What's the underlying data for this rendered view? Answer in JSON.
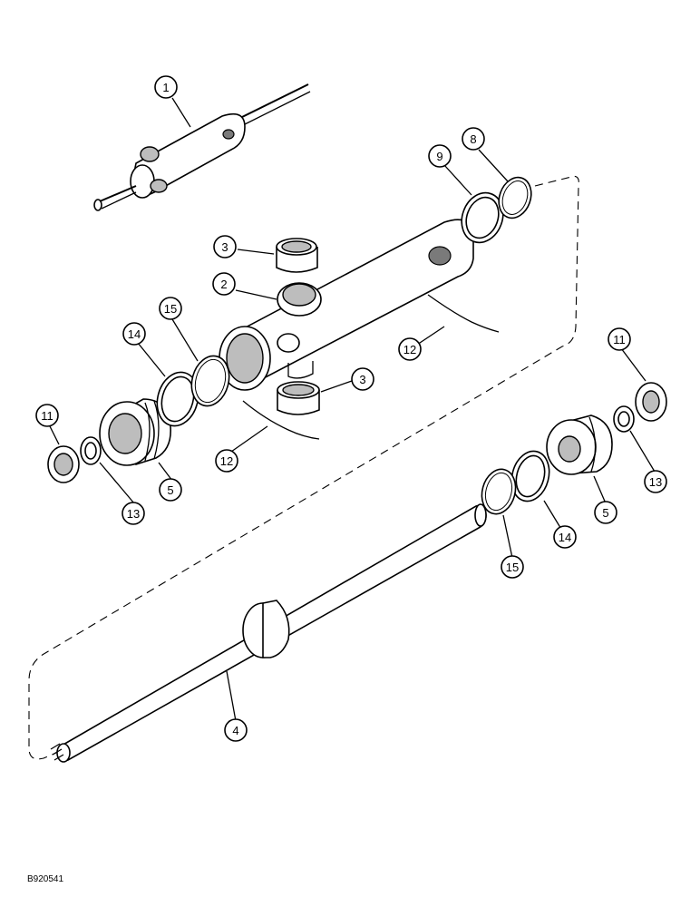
{
  "figure": {
    "reference_code": "B920541",
    "callouts": [
      {
        "id": "c1",
        "label": "1"
      },
      {
        "id": "c2",
        "label": "2"
      },
      {
        "id": "c3a",
        "label": "3"
      },
      {
        "id": "c3b",
        "label": "3"
      },
      {
        "id": "c4",
        "label": "4"
      },
      {
        "id": "c5a",
        "label": "5"
      },
      {
        "id": "c5b",
        "label": "5"
      },
      {
        "id": "c8",
        "label": "8"
      },
      {
        "id": "c9",
        "label": "9"
      },
      {
        "id": "c11a",
        "label": "11"
      },
      {
        "id": "c11b",
        "label": "11"
      },
      {
        "id": "c12a",
        "label": "12"
      },
      {
        "id": "c12b",
        "label": "12"
      },
      {
        "id": "c13a",
        "label": "13"
      },
      {
        "id": "c13b",
        "label": "13"
      },
      {
        "id": "c14a",
        "label": "14"
      },
      {
        "id": "c14b",
        "label": "14"
      },
      {
        "id": "c15a",
        "label": "15"
      },
      {
        "id": "c15b",
        "label": "15"
      }
    ]
  }
}
